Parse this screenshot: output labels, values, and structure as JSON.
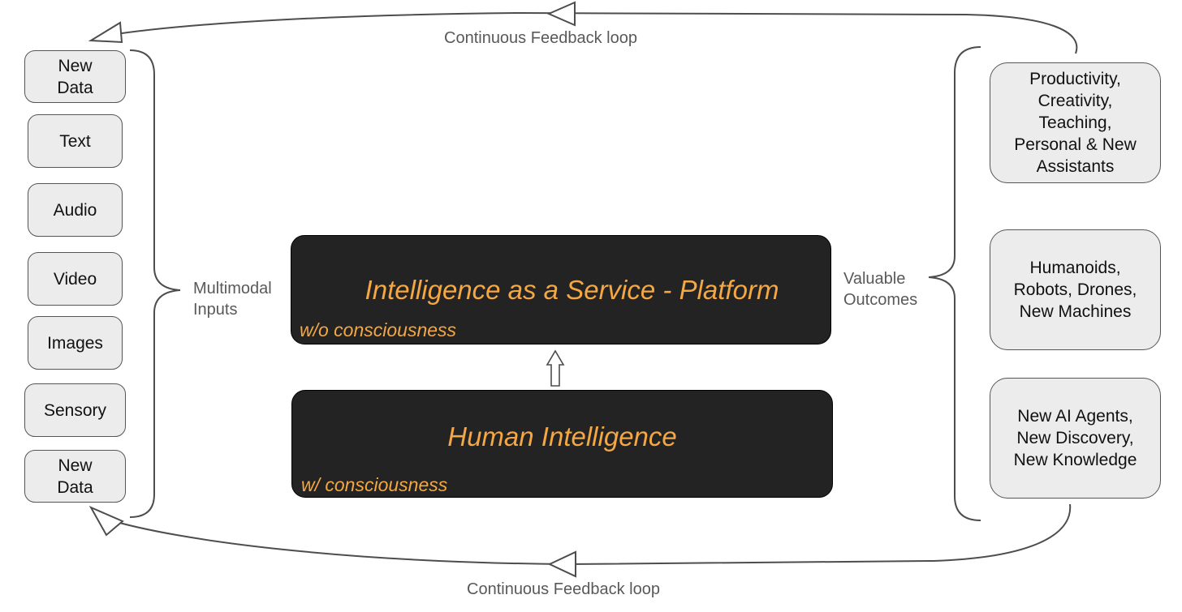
{
  "colors": {
    "accent": "#f4a742",
    "panel_bg": "#232323",
    "node_bg": "#ececec",
    "line": "#4d4d4d",
    "label_text": "#595959"
  },
  "feedback": {
    "top_label": "Continuous Feedback loop",
    "bottom_label": "Continuous Feedback loop"
  },
  "inputs": {
    "label": "Multimodal\nInputs",
    "items": [
      "New\nData",
      "Text",
      "Audio",
      "Video",
      "Images",
      "Sensory",
      "New\nData"
    ]
  },
  "platform": {
    "title": "Intelligence as a Service - Platform",
    "subtitle": "w/o consciousness"
  },
  "human": {
    "title": "Human Intelligence",
    "subtitle": "w/ consciousness"
  },
  "outcomes": {
    "label": "Valuable\nOutcomes",
    "items": [
      "Productivity,\nCreativity,\nTeaching,\nPersonal & New\nAssistants",
      "Humanoids,\nRobots, Drones,\nNew Machines",
      "New AI Agents,\nNew Discovery,\nNew Knowledge"
    ]
  }
}
